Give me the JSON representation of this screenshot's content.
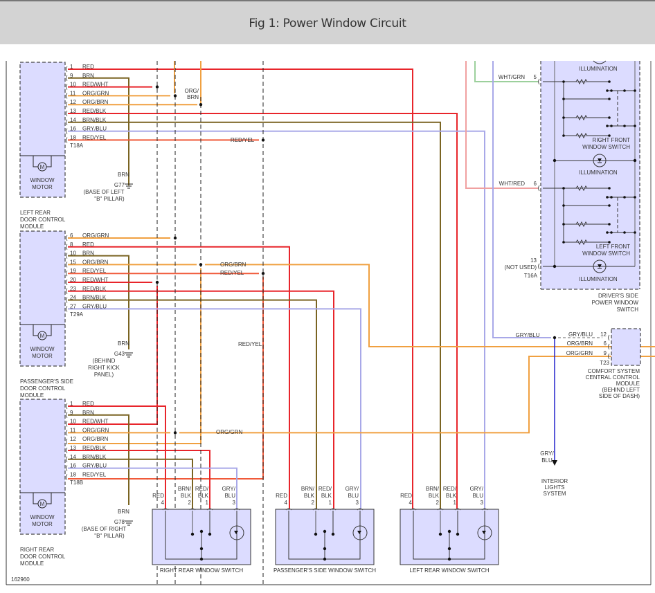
{
  "header": {
    "title": "Fig 1: Power Window Circuit"
  },
  "figure_id": "162960",
  "colors": {
    "module_fill": "#dcdcff",
    "RED": "#e8252b",
    "BRN": "#7a6422",
    "ORG": "#f0a040",
    "GRY_BLU": "#a8a8e8",
    "WHT_GRN": "#9cd09c",
    "WHT_RED": "#f0a0a0",
    "interior_blue": "#2222cc"
  },
  "modules": [
    {
      "id": "left-rear-dcm",
      "label_lines": [
        "LEFT REAR",
        "DOOR CONTROL",
        "MODULE"
      ],
      "motor_label_lines": [
        "WINDOW",
        "MOTOR"
      ],
      "connector": "T18A",
      "pins": [
        {
          "pin": "1",
          "wire": "RED"
        },
        {
          "pin": "9",
          "wire": "BRN"
        },
        {
          "pin": "10",
          "wire": "RED/WHT"
        },
        {
          "pin": "11",
          "wire": "ORG/GRN"
        },
        {
          "pin": "12",
          "wire": "ORG/BRN"
        },
        {
          "pin": "13",
          "wire": "RED/BLK"
        },
        {
          "pin": "14",
          "wire": "BRN/BLK"
        },
        {
          "pin": "16",
          "wire": "GRY/BLU"
        },
        {
          "pin": "18",
          "wire": "RED/YEL"
        }
      ],
      "ground": {
        "wire": "BRN",
        "id": "G77",
        "location_lines": [
          "(BASE OF LEFT",
          "\"B\" PILLAR)"
        ]
      }
    },
    {
      "id": "passenger-side-dcm",
      "label_lines": [
        "PASSENGER'S SIDE",
        "DOOR CONTROL",
        "MODULE"
      ],
      "motor_label_lines": [
        "WINDOW",
        "MOTOR"
      ],
      "connector": "T29A",
      "pins": [
        {
          "pin": "6",
          "wire": "ORG/GRN"
        },
        {
          "pin": "8",
          "wire": "RED"
        },
        {
          "pin": "10",
          "wire": "BRN"
        },
        {
          "pin": "15",
          "wire": "ORG/BRN"
        },
        {
          "pin": "19",
          "wire": "RED/YEL"
        },
        {
          "pin": "20",
          "wire": "RED/WHT"
        },
        {
          "pin": "23",
          "wire": "RED/BLK"
        },
        {
          "pin": "24",
          "wire": "BRN/BLK"
        },
        {
          "pin": "27",
          "wire": "GRY/BLU"
        }
      ],
      "ground": {
        "wire": "BRN",
        "id": "G43",
        "location_lines": [
          "(BEHIND",
          "RIGHT KICK",
          "PANEL)"
        ]
      }
    },
    {
      "id": "right-rear-dcm",
      "label_lines": [
        "RIGHT REAR",
        "DOOR CONTROL",
        "MODULE"
      ],
      "motor_label_lines": [
        "WINDOW",
        "MOTOR"
      ],
      "connector": "T18B",
      "pins": [
        {
          "pin": "1",
          "wire": "RED"
        },
        {
          "pin": "9",
          "wire": "BRN"
        },
        {
          "pin": "10",
          "wire": "RED/WHT"
        },
        {
          "pin": "11",
          "wire": "ORG/GRN"
        },
        {
          "pin": "12",
          "wire": "ORG/BRN"
        },
        {
          "pin": "13",
          "wire": "RED/BLK"
        },
        {
          "pin": "14",
          "wire": "BRN/BLK"
        },
        {
          "pin": "16",
          "wire": "GRY/BLU"
        },
        {
          "pin": "18",
          "wire": "RED/YEL"
        }
      ],
      "ground": {
        "wire": "BRN",
        "id": "G78",
        "location_lines": [
          "(BASE OF RIGHT",
          "\"B\" PILLAR)"
        ]
      }
    }
  ],
  "wire_labels": {
    "org_brn_split": [
      "ORG/",
      "BRN"
    ],
    "red_yel_top": "RED/YEL",
    "org_brn_mid": "ORG/BRN",
    "red_yel_mid": "RED/YEL",
    "red_yel_vertical": "RED/YEL",
    "org_grn_bottom": "ORG/GRN"
  },
  "window_switches": [
    {
      "id": "right-rear-window-switch",
      "label": "RIGHT REAR WINDOW SWITCH",
      "pins": [
        {
          "pin": "4",
          "wire_lines": [
            "RED"
          ]
        },
        {
          "pin": "2",
          "wire_lines": [
            "BRN/",
            "BLK"
          ]
        },
        {
          "pin": "1",
          "wire_lines": [
            "RED/",
            "BLK"
          ]
        },
        {
          "pin": "3",
          "wire_lines": [
            "GRY/",
            "BLU"
          ]
        }
      ]
    },
    {
      "id": "passenger-side-window-switch",
      "label": "PASSENGER'S SIDE WINDOW SWITCH",
      "pins": [
        {
          "pin": "4",
          "wire_lines": [
            "RED"
          ]
        },
        {
          "pin": "2",
          "wire_lines": [
            "BRN/",
            "BLK"
          ]
        },
        {
          "pin": "1",
          "wire_lines": [
            "RED/",
            "BLK"
          ]
        },
        {
          "pin": "3",
          "wire_lines": [
            "GRY/",
            "BLU"
          ]
        }
      ]
    },
    {
      "id": "left-rear-window-switch",
      "label": "LEFT REAR WINDOW SWITCH",
      "pins": [
        {
          "pin": "4",
          "wire_lines": [
            "RED"
          ]
        },
        {
          "pin": "2",
          "wire_lines": [
            "BRN/",
            "BLK"
          ]
        },
        {
          "pin": "1",
          "wire_lines": [
            "RED/",
            "BLK"
          ]
        },
        {
          "pin": "3",
          "wire_lines": [
            "GRY/",
            "BLU"
          ]
        }
      ]
    }
  ],
  "drivers_switch": {
    "label_lines": [
      "DRIVER'S SIDE",
      "POWER WINDOW",
      "SWITCH"
    ],
    "connector": "T16A",
    "pins": [
      {
        "pin": "5",
        "wire": "WHT/GRN"
      },
      {
        "pin": "6",
        "wire": "WHT/RED"
      },
      {
        "pin": "13",
        "wire": "(NOT USED)"
      }
    ],
    "illumination_label": "ILLUMINATION",
    "right_front_label_lines": [
      "RIGHT FRONT",
      "WINDOW SWITCH"
    ],
    "left_front_label_lines": [
      "LEFT FRONT",
      "WINDOW SWITCH"
    ]
  },
  "comfort_module": {
    "label_lines": [
      "COMFORT SYSTEM",
      "CENTRAL CONTROL",
      "MODULE",
      "(BEHIND LEFT",
      "SIDE OF DASH)"
    ],
    "connector": "T23",
    "pins": [
      {
        "pin": "12",
        "wire": "GRY/BLU"
      },
      {
        "pin": "6",
        "wire": "ORG/BRN"
      },
      {
        "pin": "9",
        "wire": "ORG/GRN"
      }
    ],
    "splice_wire_label": "GRY/BLU"
  },
  "interior_lights": {
    "wire_lines": [
      "GRY/",
      "BLU"
    ],
    "label_lines": [
      "INTERIOR",
      "LIGHTS",
      "SYSTEM"
    ]
  }
}
